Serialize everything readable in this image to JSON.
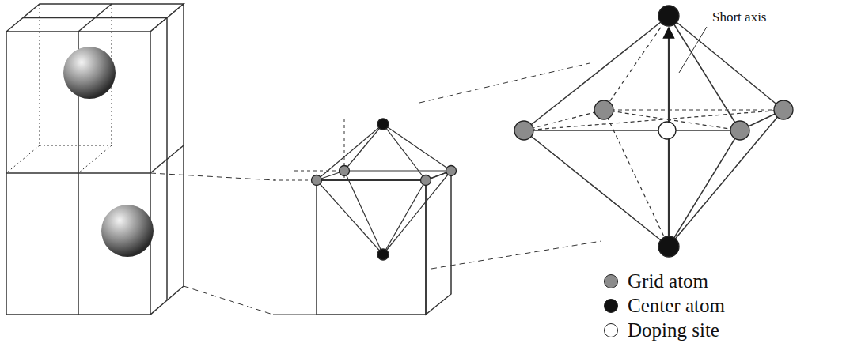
{
  "diagram": {
    "labels": [
      "Short axis"
    ],
    "legend": [
      {
        "text": "Grid atom",
        "color": "#8c8c8c"
      },
      {
        "text": "Center atom",
        "color": "#111111"
      },
      {
        "text": "Doping site",
        "color": "#ffffff"
      }
    ]
  }
}
